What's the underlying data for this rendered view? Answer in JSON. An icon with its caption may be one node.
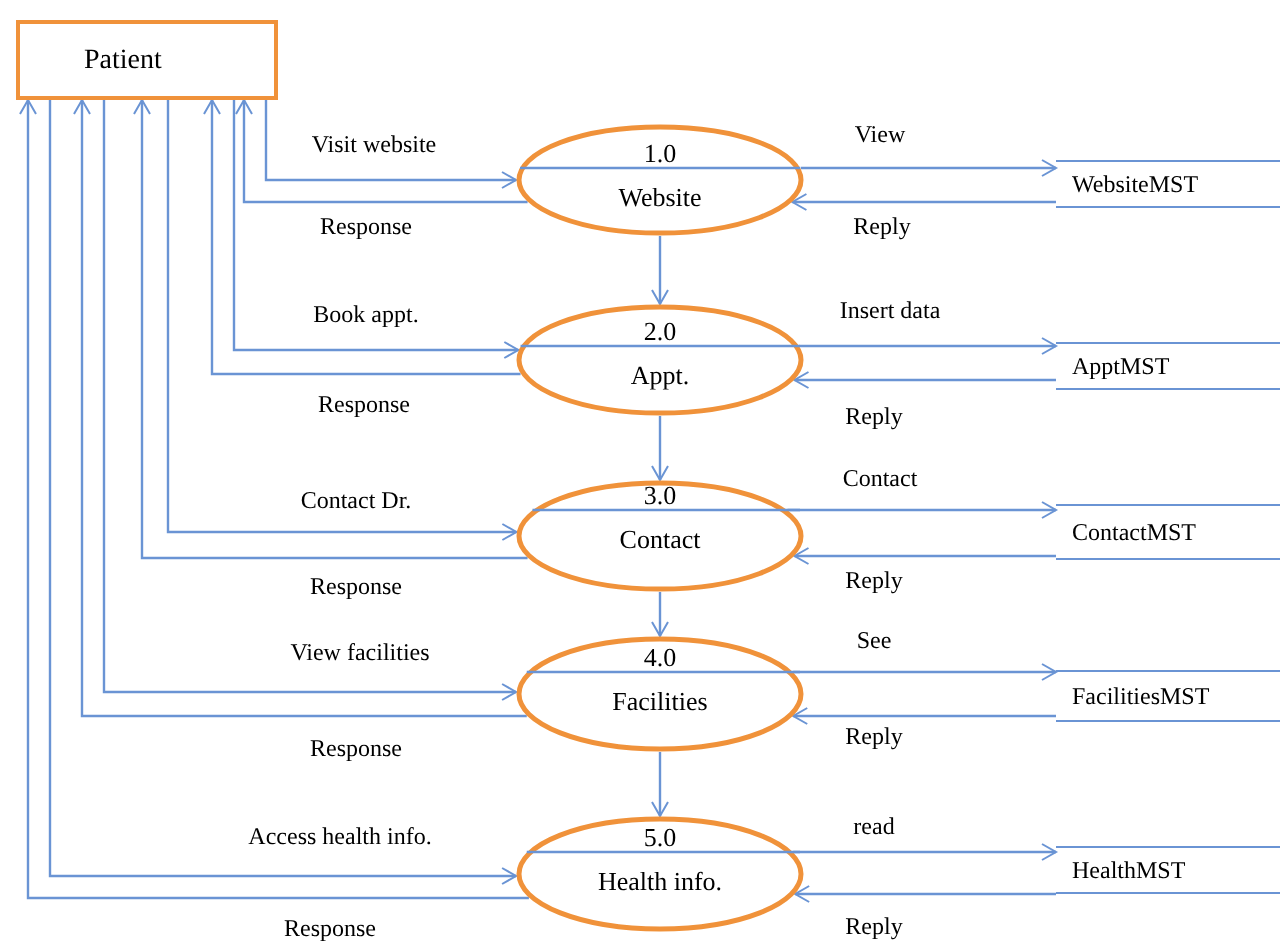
{
  "diagram": {
    "nodes": [
      {
        "text": [
          "Patient"
        ]
      },
      {
        "text": [
          "1.0",
          "Website"
        ]
      },
      {
        "text": [
          "2.0",
          "Appt."
        ]
      },
      {
        "text": [
          "3.0",
          "Contact"
        ]
      },
      {
        "text": [
          "4.0",
          "Facilities"
        ]
      },
      {
        "text": [
          "5.0",
          "Health info."
        ]
      },
      {
        "text": [
          "WebsiteMST"
        ]
      },
      {
        "text": [
          "ApptMST"
        ]
      },
      {
        "text": [
          "ContactMST"
        ]
      },
      {
        "text": [
          "FacilitiesMST"
        ]
      },
      {
        "text": [
          "HealthMST"
        ]
      }
    ],
    "edges": [
      {
        "from": 0,
        "to": 1,
        "arrow": "to",
        "label": "Visit website"
      },
      {
        "from": 1,
        "to": 0,
        "arrow": "to",
        "label": "Response"
      },
      {
        "from": 1,
        "to": 6,
        "arrow": "to",
        "label": "View"
      },
      {
        "from": 6,
        "to": 1,
        "arrow": "to",
        "label": "Reply"
      },
      {
        "from": 0,
        "to": 2,
        "arrow": "to",
        "label": "Book appt."
      },
      {
        "from": 2,
        "to": 0,
        "arrow": "to",
        "label": "Response"
      },
      {
        "from": 2,
        "to": 7,
        "arrow": "to",
        "label": "Insert data"
      },
      {
        "from": 7,
        "to": 2,
        "arrow": "to",
        "label": "Reply"
      },
      {
        "from": 0,
        "to": 3,
        "arrow": "to",
        "label": "Contact Dr."
      },
      {
        "from": 3,
        "to": 0,
        "arrow": "to",
        "label": "Response"
      },
      {
        "from": 3,
        "to": 8,
        "arrow": "to",
        "label": "Contact"
      },
      {
        "from": 8,
        "to": 3,
        "arrow": "to",
        "label": "Reply"
      },
      {
        "from": 0,
        "to": 4,
        "arrow": "to",
        "label": "View facilities"
      },
      {
        "from": 4,
        "to": 0,
        "arrow": "to",
        "label": "Response"
      },
      {
        "from": 4,
        "to": 9,
        "arrow": "to",
        "label": "See"
      },
      {
        "from": 9,
        "to": 4,
        "arrow": "to",
        "label": "Reply"
      },
      {
        "from": 0,
        "to": 5,
        "arrow": "to",
        "label": "Access health info."
      },
      {
        "from": 5,
        "to": 0,
        "arrow": "to",
        "label": "Response"
      },
      {
        "from": 5,
        "to": 10,
        "arrow": "to",
        "label": "read"
      },
      {
        "from": 10,
        "to": 5,
        "arrow": "to",
        "label": "Reply"
      },
      {
        "from": 1,
        "to": 2,
        "arrow": "to"
      },
      {
        "from": 2,
        "to": 3,
        "arrow": "to"
      },
      {
        "from": 3,
        "to": 4,
        "arrow": "to"
      },
      {
        "from": 4,
        "to": 5,
        "arrow": "to"
      }
    ]
  }
}
